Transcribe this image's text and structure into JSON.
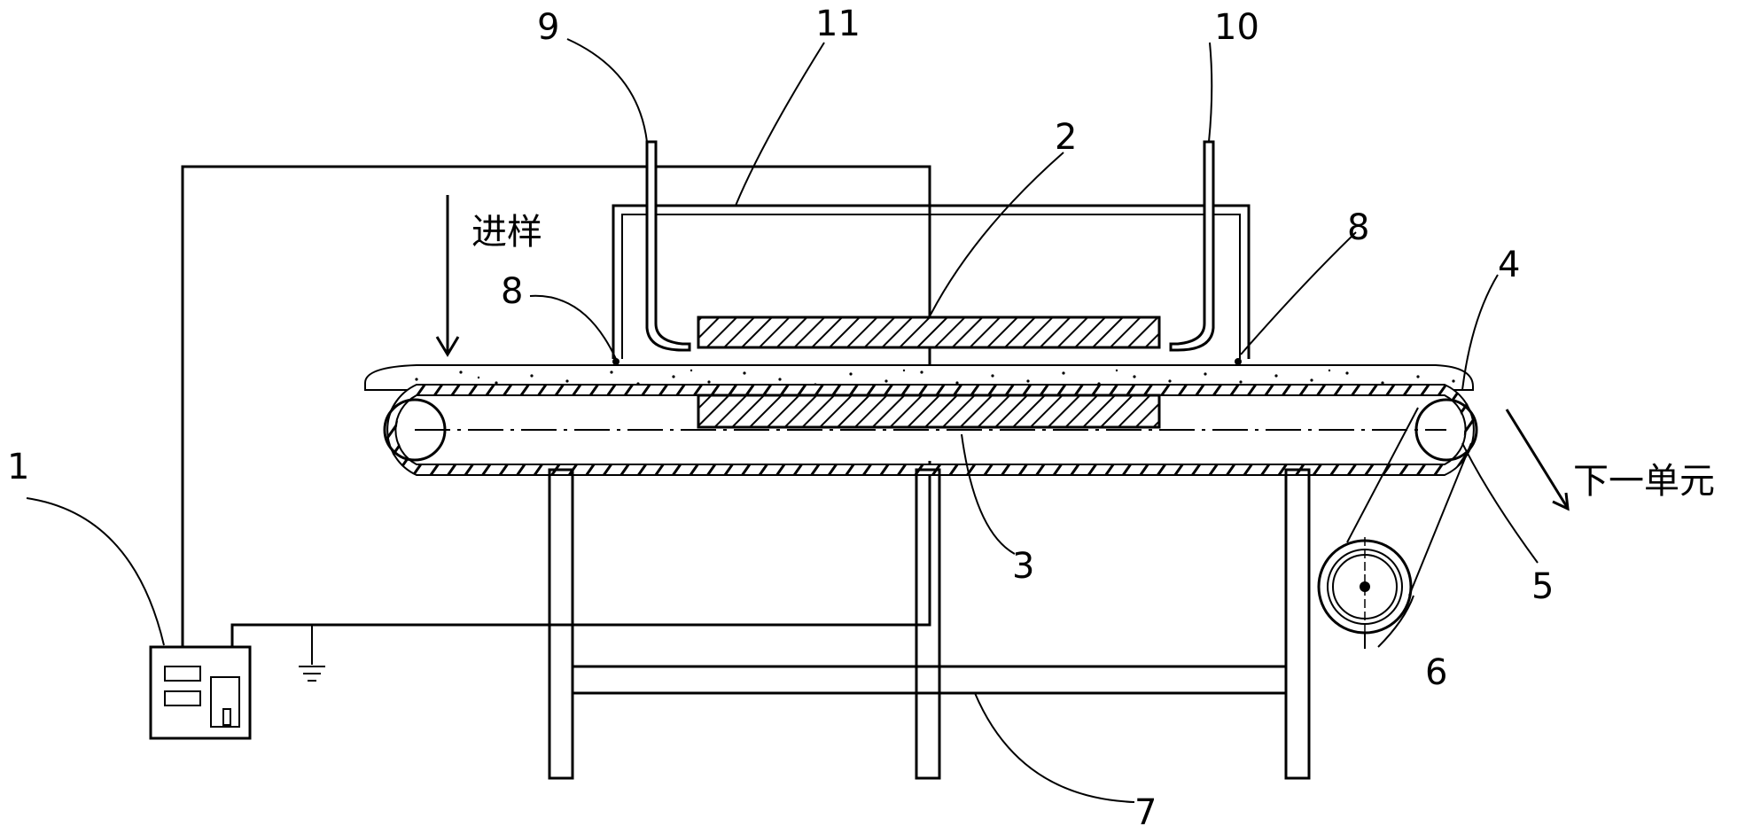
{
  "labels": {
    "n1": "1",
    "n2": "2",
    "n3": "3",
    "n4": "4",
    "n5": "5",
    "n6": "6",
    "n7": "7",
    "n8_left": "8",
    "n8_right": "8",
    "n9": "9",
    "n10": "10",
    "n11": "11"
  },
  "annotations": {
    "feed_in": "进样",
    "next_unit": "下一单元"
  }
}
